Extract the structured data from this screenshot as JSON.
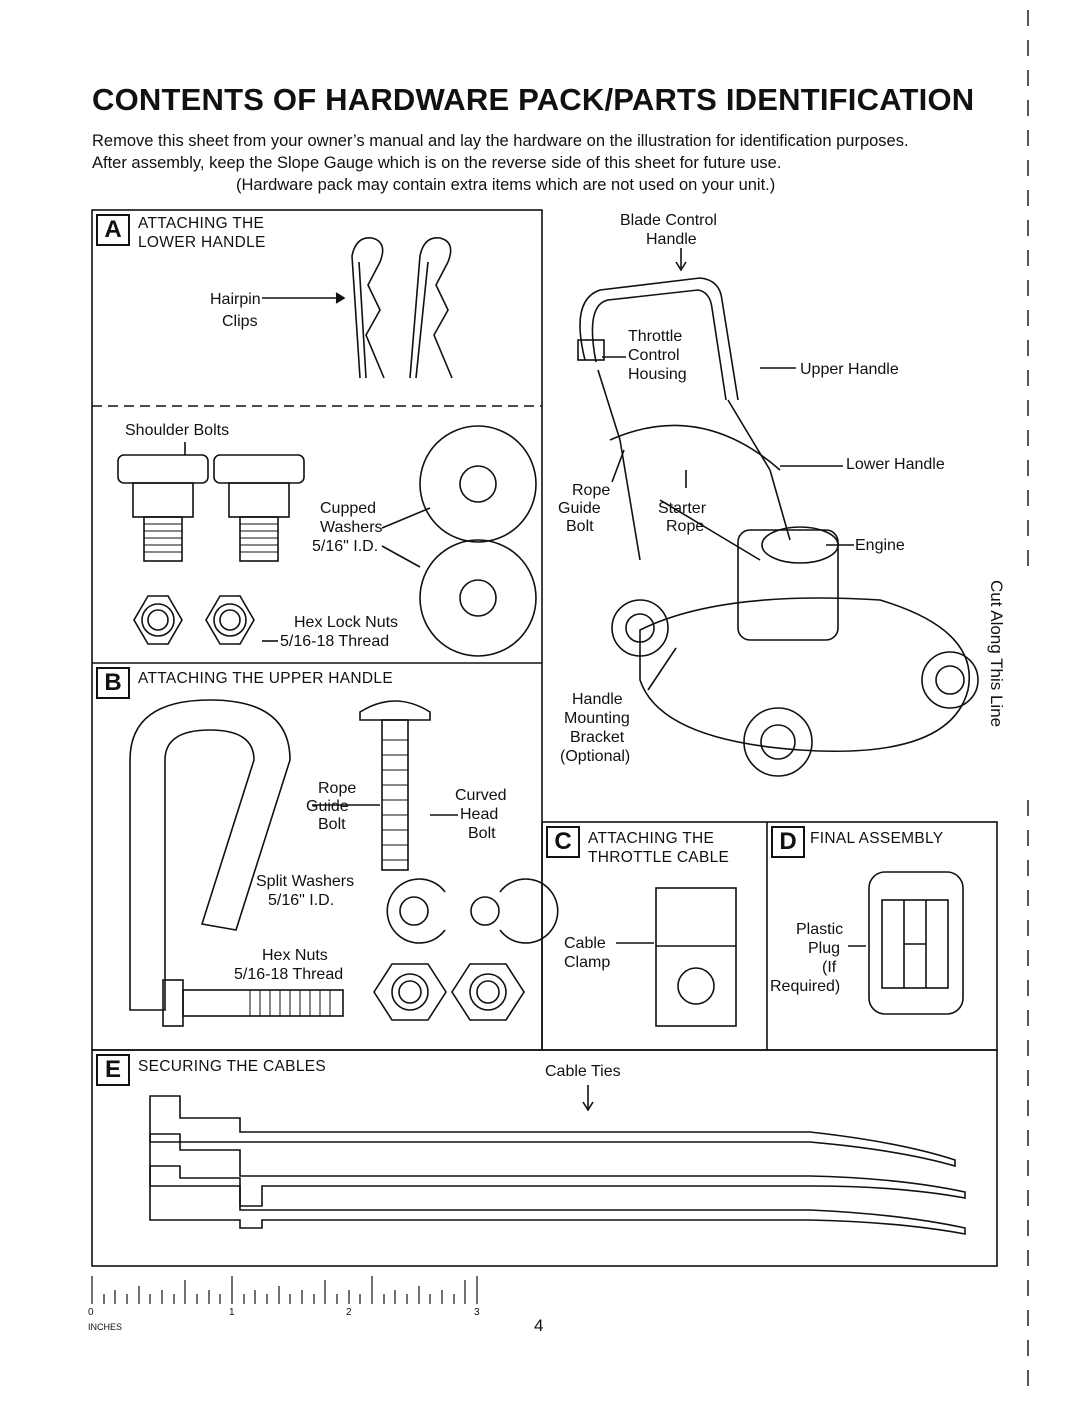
{
  "title": "CONTENTS OF HARDWARE PACK/PARTS IDENTIFICATION",
  "intro": {
    "line1": "Remove this sheet from your owner’s manual and lay the hardware on the illustration for identification purposes.",
    "line2": "After assembly, keep the Slope Gauge which is on the reverse side of this sheet for future use.",
    "line3": "(Hardware pack may contain extra items which are not used on your unit.)"
  },
  "sections": {
    "a": {
      "letter": "A",
      "heading_line1": "ATTACHING THE",
      "heading_line2": "LOWER HANDLE"
    },
    "b": {
      "letter": "B",
      "heading": "ATTACHING THE UPPER HANDLE"
    },
    "c": {
      "letter": "C",
      "heading_line1": "ATTACHING THE",
      "heading_line2": "THROTTLE CABLE"
    },
    "d": {
      "letter": "D",
      "heading": "FINAL ASSEMBLY"
    },
    "e": {
      "letter": "E",
      "heading": "SECURING THE CABLES"
    }
  },
  "labels": {
    "hairpin": "Hairpin",
    "clips": "Clips",
    "shoulder_bolts": "Shoulder Bolts",
    "cupped": "Cupped",
    "washers": "Washers",
    "id_516": "5/16\" I.D.",
    "hex_lock_nuts": "Hex Lock Nuts",
    "thread_51618": "5/16-18 Thread",
    "rope": "Rope",
    "guide": "Guide",
    "bolt": "Bolt",
    "curved": "Curved",
    "head": "Head",
    "split_washers": "Split Washers",
    "split_id": "5/16\" I.D.",
    "hex_nuts": "Hex Nuts",
    "hex_thread": "5/16-18 Thread",
    "blade_control": "Blade Control",
    "handle": "Handle",
    "throttle": "Throttle",
    "control": "Control",
    "housing": "Housing",
    "upper_handle": "Upper Handle",
    "lower_handle": "Lower Handle",
    "engine": "Engine",
    "rope_guide_bolt_1": "Rope",
    "rope_guide_bolt_2": "Guide",
    "rope_guide_bolt_3": "Bolt",
    "starter": "Starter",
    "starter_rope": "Rope",
    "handle_mounting_1": "Handle",
    "handle_mounting_2": "Mounting",
    "handle_mounting_3": "Bracket",
    "handle_mounting_4": "(Optional)",
    "cable": "Cable",
    "clamp": "Clamp",
    "plastic": "Plastic",
    "plug": "Plug",
    "if": "(If",
    "required": "Required)",
    "cable_ties": "Cable Ties"
  },
  "ruler": {
    "n0": "0",
    "n1": "1",
    "n2": "2",
    "n3": "3",
    "unit": "INCHES"
  },
  "page_number": "4",
  "cut_line": "Cut Along This Line"
}
